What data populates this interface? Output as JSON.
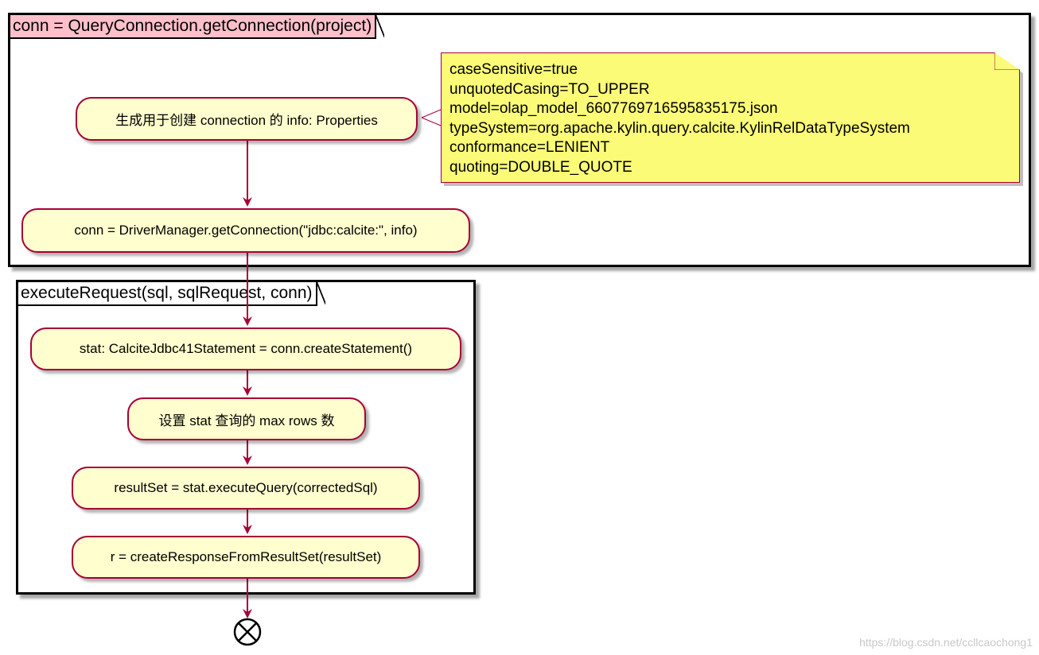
{
  "frames": {
    "connection": {
      "title": "conn = QueryConnection.getConnection(project)",
      "title_bg": "#ffc0cb"
    },
    "execute": {
      "title": "executeRequest(sql, sqlRequest, conn)",
      "title_bg": "#ffffff"
    }
  },
  "activities": {
    "generate_info": "生成用于创建 connection 的 info: Properties",
    "get_connection": "conn = DriverManager.getConnection(\"jdbc:calcite:\", info)",
    "create_statement": "stat: CalciteJdbc41Statement = conn.createStatement()",
    "set_max_rows": "设置 stat 查询的 max rows 数",
    "execute_query": "resultSet = stat.executeQuery(correctedSql)",
    "create_response": "r = createResponseFromResultSet(resultSet)"
  },
  "note": {
    "lines": [
      "caseSensitive=true",
      "unquotedCasing=TO_UPPER",
      "model=olap_model_6607769716595835175.json",
      "typeSystem=org.apache.kylin.query.calcite.KylinRelDataTypeSystem",
      "conformance=LENIENT",
      "quoting=DOUBLE_QUOTE"
    ]
  },
  "end_icon": "end-circle-x-icon",
  "colors": {
    "activity_fill": "#fefece",
    "activity_border": "#a80036",
    "arrow": "#a80036",
    "note_fill": "#fbfb77"
  },
  "watermark": "https://blog.csdn.net/ccllcaochong1"
}
